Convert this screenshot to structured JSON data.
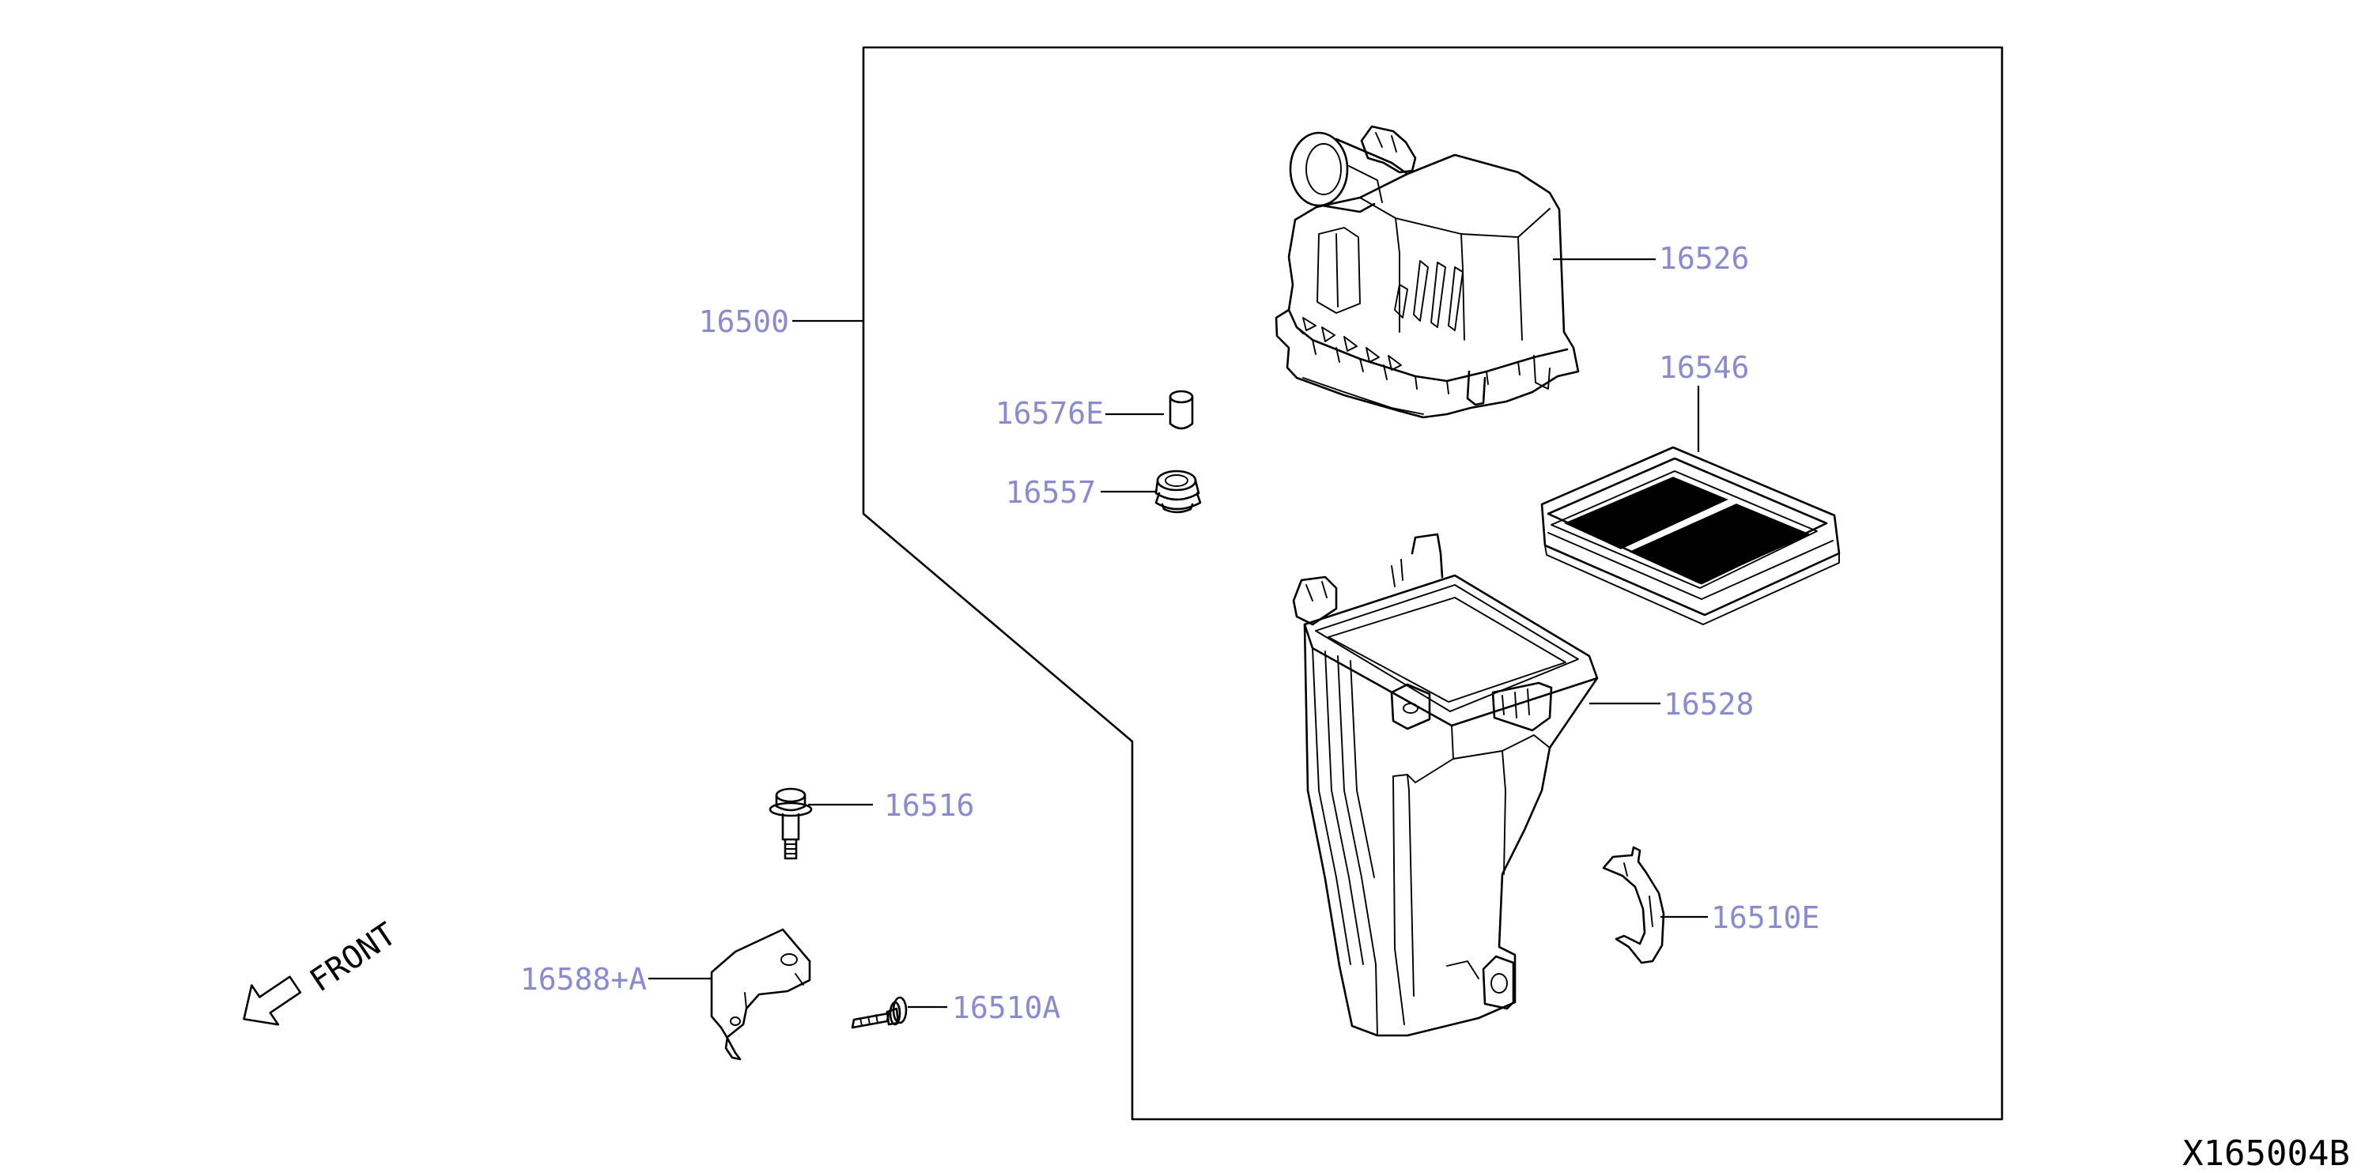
{
  "colors": {
    "callout": "#8a8ad0",
    "line": "#000000",
    "background": "#ffffff"
  },
  "callouts": {
    "c16500": "16500",
    "c16526": "16526",
    "c16546": "16546",
    "c16576E": "16576E",
    "c16557": "16557",
    "c16528": "16528",
    "c16516": "16516",
    "c16510E": "16510E",
    "c16588A": "16588+A",
    "c16510A": "16510A"
  },
  "front_label": "FRONT",
  "drawing_number": "X165004B"
}
